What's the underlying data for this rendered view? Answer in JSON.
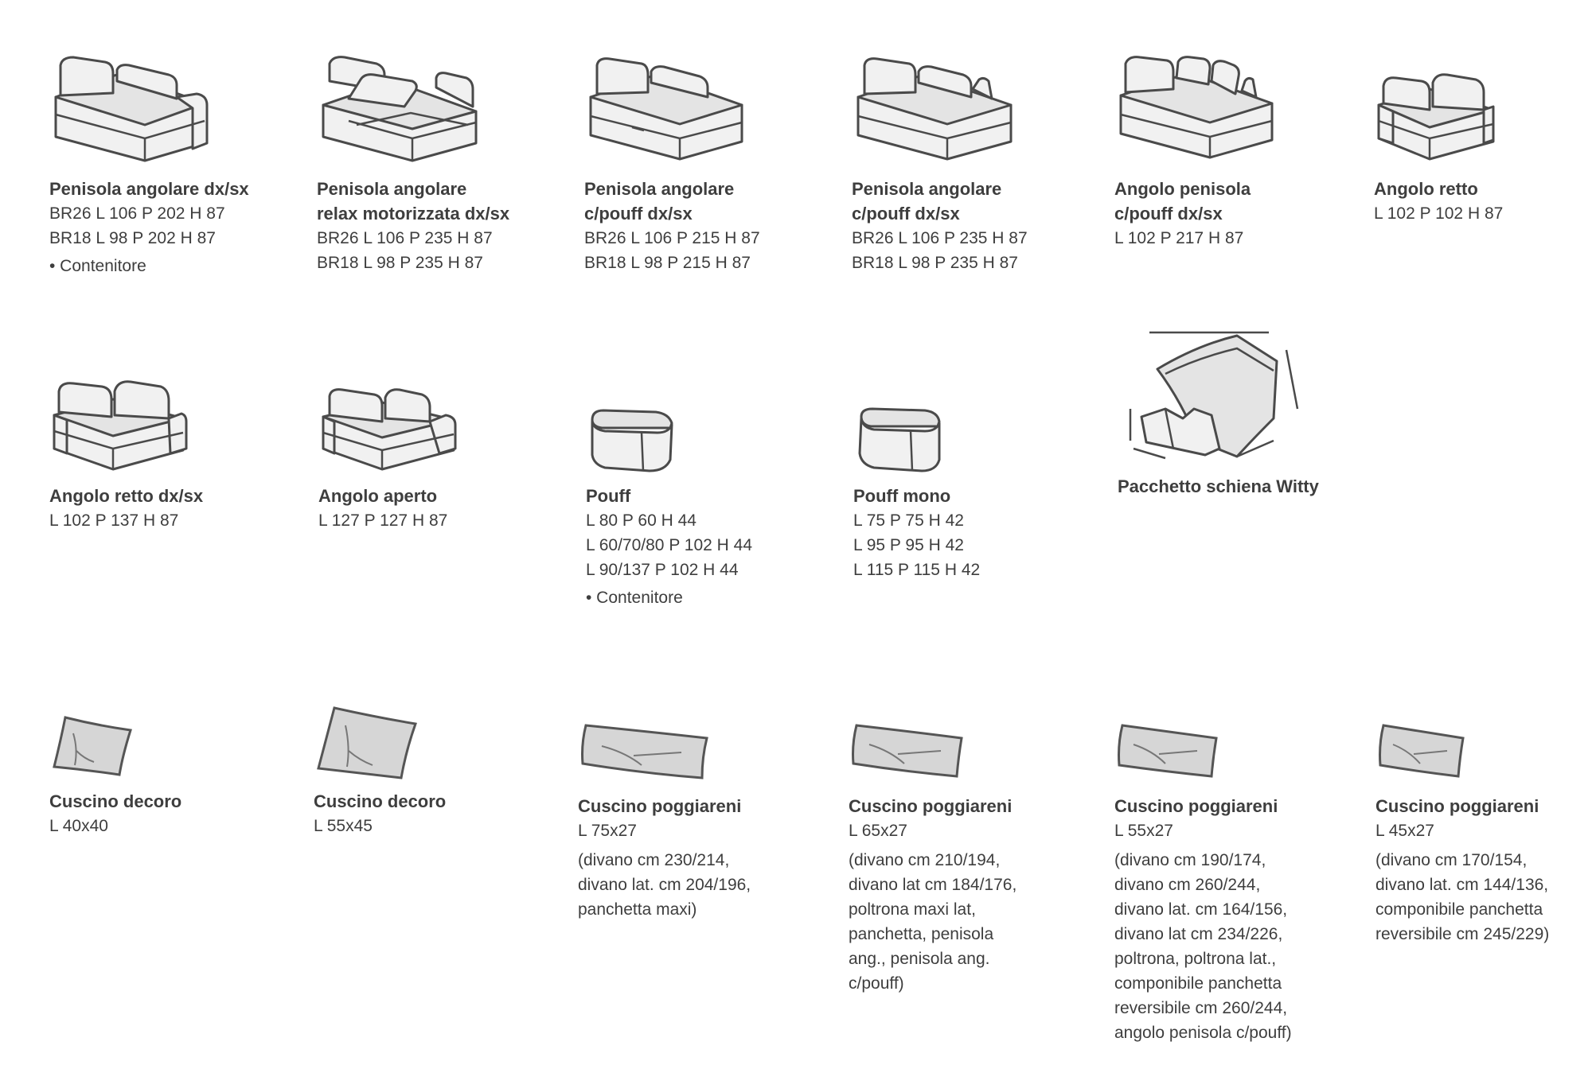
{
  "row1": [
    {
      "title": "Penisola angolare dx/sx",
      "specs": [
        "BR26 L 106 P 202 H 87",
        "BR18 L 98 P 202 H 87"
      ],
      "bullet": "• Contenitore"
    },
    {
      "title": "Penisola angolare\nrelax motorizzata dx/sx",
      "specs": [
        "BR26 L 106 P 235 H 87",
        "BR18 L 98 P 235 H 87"
      ]
    },
    {
      "title": "Penisola angolare\nc/pouff dx/sx",
      "specs": [
        "BR26 L 106 P 215 H 87",
        "BR18 L 98 P 215 H 87"
      ]
    },
    {
      "title": "Penisola angolare\nc/pouff dx/sx",
      "specs": [
        "BR26 L 106 P 235 H 87",
        "BR18 L 98 P 235 H 87"
      ]
    },
    {
      "title": "Angolo penisola\nc/pouff dx/sx",
      "specs": [
        "L 102 P 217 H 87"
      ]
    },
    {
      "title": "Angolo retto",
      "specs": [
        "L 102 P 102 H 87"
      ]
    }
  ],
  "row2": [
    {
      "title": "Angolo retto dx/sx",
      "specs": [
        "L 102 P 137 H 87"
      ]
    },
    {
      "title": "Angolo aperto",
      "specs": [
        "L 127 P 127 H 87"
      ]
    },
    {
      "title": "Pouff",
      "specs": [
        "L 80 P 60 H 44",
        "L 60/70/80 P 102 H 44",
        "L 90/137 P 102 H 44"
      ],
      "bullet": "• Contenitore"
    },
    {
      "title": "Pouff mono",
      "specs": [
        "L 75 P 75 H 42",
        "L 95 P 95 H 42",
        "L 115 P 115 H 42"
      ]
    },
    {
      "title": "Pacchetto schiena Witty",
      "specs": []
    }
  ],
  "row3": [
    {
      "title": "Cuscino decoro",
      "specs": [
        "L 40x40"
      ]
    },
    {
      "title": "Cuscino decoro",
      "specs": [
        "L 55x45"
      ]
    },
    {
      "title": "Cuscino poggiareni",
      "specs": [
        "L 75x27"
      ],
      "note": "(divano cm 230/214,\ndivano lat. cm 204/196,\npanchetta maxi)"
    },
    {
      "title": "Cuscino poggiareni",
      "specs": [
        "L 65x27"
      ],
      "note": "(divano cm 210/194,\ndivano lat cm 184/176,\npoltrona maxi lat,\npanchetta, penisola\nang., penisola ang.\nc/pouff)"
    },
    {
      "title": "Cuscino poggiareni",
      "specs": [
        "L 55x27"
      ],
      "note": "(divano cm 190/174,\ndivano cm 260/244,\ndivano lat. cm 164/156,\ndivano lat cm 234/226,\npoltrona, poltrona lat.,\ncomponibile panchetta\nreversibile cm 260/244,\nangolo penisola c/pouff)"
    },
    {
      "title": "Cuscino poggiareni",
      "specs": [
        "L 45x27"
      ],
      "note": "(divano cm 170/154,\ndivano lat. cm 144/136,\ncomponibile panchetta\nreversibile cm 245/229)"
    }
  ]
}
